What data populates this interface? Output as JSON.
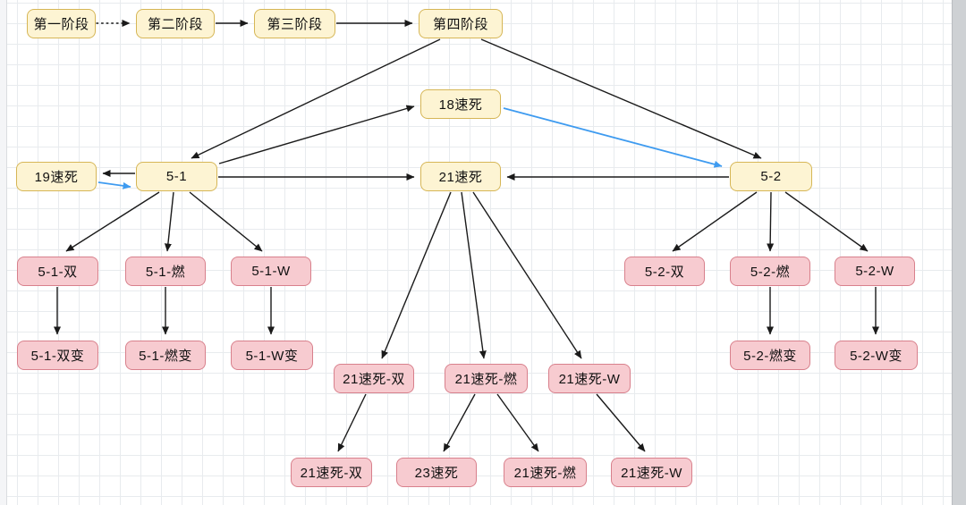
{
  "colors": {
    "yellow_fill": "#fdf4d3",
    "yellow_border": "#d6b656",
    "pink_fill": "#f7cbd0",
    "pink_border": "#d8808c",
    "edge": "#1a1a1a",
    "edge_blue": "#3e9bf0",
    "grid": "#e8ebee",
    "background": "#ffffff"
  },
  "nodes": {
    "stage1": "第一阶段",
    "stage2": "第二阶段",
    "stage3": "第三阶段",
    "stage4": "第四阶段",
    "speed18": "18速死",
    "speed19": "19速死",
    "n5_1": "5-1",
    "speed21": "21速死",
    "n5_2": "5-2",
    "p51_shuang": "5-1-双",
    "p51_ran": "5-1-燃",
    "p51_w": "5-1-W",
    "p51_shuang_bian": "5-1-双变",
    "p51_ran_bian": "5-1-燃变",
    "p51_w_bian": "5-1-W变",
    "p52_shuang": "5-2-双",
    "p52_ran": "5-2-燃",
    "p52_w": "5-2-W",
    "p52_ran_bian": "5-2-燃变",
    "p52_w_bian": "5-2-W变",
    "m21_shuang": "21速死-双",
    "m21_ran": "21速死-燃",
    "m21_w": "21速死-W",
    "b21_shuang": "21速死-双",
    "b23": "23速死",
    "b21_ran": "21速死-燃",
    "b21_w": "21速死-W"
  },
  "edges": [
    {
      "from": "stage1",
      "to": "stage2",
      "style": "dotted"
    },
    {
      "from": "stage2",
      "to": "stage3",
      "style": "solid"
    },
    {
      "from": "stage3",
      "to": "stage4",
      "style": "solid"
    },
    {
      "from": "stage4",
      "to": "n5_1",
      "style": "solid"
    },
    {
      "from": "stage4",
      "to": "n5_2",
      "style": "solid"
    },
    {
      "from": "n5_1",
      "to": "speed18",
      "style": "solid"
    },
    {
      "from": "speed18",
      "to": "n5_2",
      "style": "blue"
    },
    {
      "from": "n5_1",
      "to": "speed19",
      "style": "solid"
    },
    {
      "from": "speed19",
      "to": "n5_1",
      "style": "blue"
    },
    {
      "from": "n5_1",
      "to": "speed21",
      "style": "solid"
    },
    {
      "from": "n5_2",
      "to": "speed21",
      "style": "solid"
    },
    {
      "from": "n5_1",
      "to": "p51_shuang",
      "style": "solid"
    },
    {
      "from": "n5_1",
      "to": "p51_ran",
      "style": "solid"
    },
    {
      "from": "n5_1",
      "to": "p51_w",
      "style": "solid"
    },
    {
      "from": "p51_shuang",
      "to": "p51_shuang_bian",
      "style": "solid"
    },
    {
      "from": "p51_ran",
      "to": "p51_ran_bian",
      "style": "solid"
    },
    {
      "from": "p51_w",
      "to": "p51_w_bian",
      "style": "solid"
    },
    {
      "from": "n5_2",
      "to": "p52_shuang",
      "style": "solid"
    },
    {
      "from": "n5_2",
      "to": "p52_ran",
      "style": "solid"
    },
    {
      "from": "n5_2",
      "to": "p52_w",
      "style": "solid"
    },
    {
      "from": "p52_ran",
      "to": "p52_ran_bian",
      "style": "solid"
    },
    {
      "from": "p52_w",
      "to": "p52_w_bian",
      "style": "solid"
    },
    {
      "from": "speed21",
      "to": "m21_shuang",
      "style": "solid"
    },
    {
      "from": "speed21",
      "to": "m21_ran",
      "style": "solid"
    },
    {
      "from": "speed21",
      "to": "m21_w",
      "style": "solid"
    },
    {
      "from": "m21_shuang",
      "to": "b21_shuang",
      "style": "solid"
    },
    {
      "from": "m21_ran",
      "to": "b23",
      "style": "solid"
    },
    {
      "from": "m21_ran",
      "to": "b21_ran",
      "style": "solid"
    },
    {
      "from": "m21_w",
      "to": "b21_w",
      "style": "solid"
    }
  ]
}
